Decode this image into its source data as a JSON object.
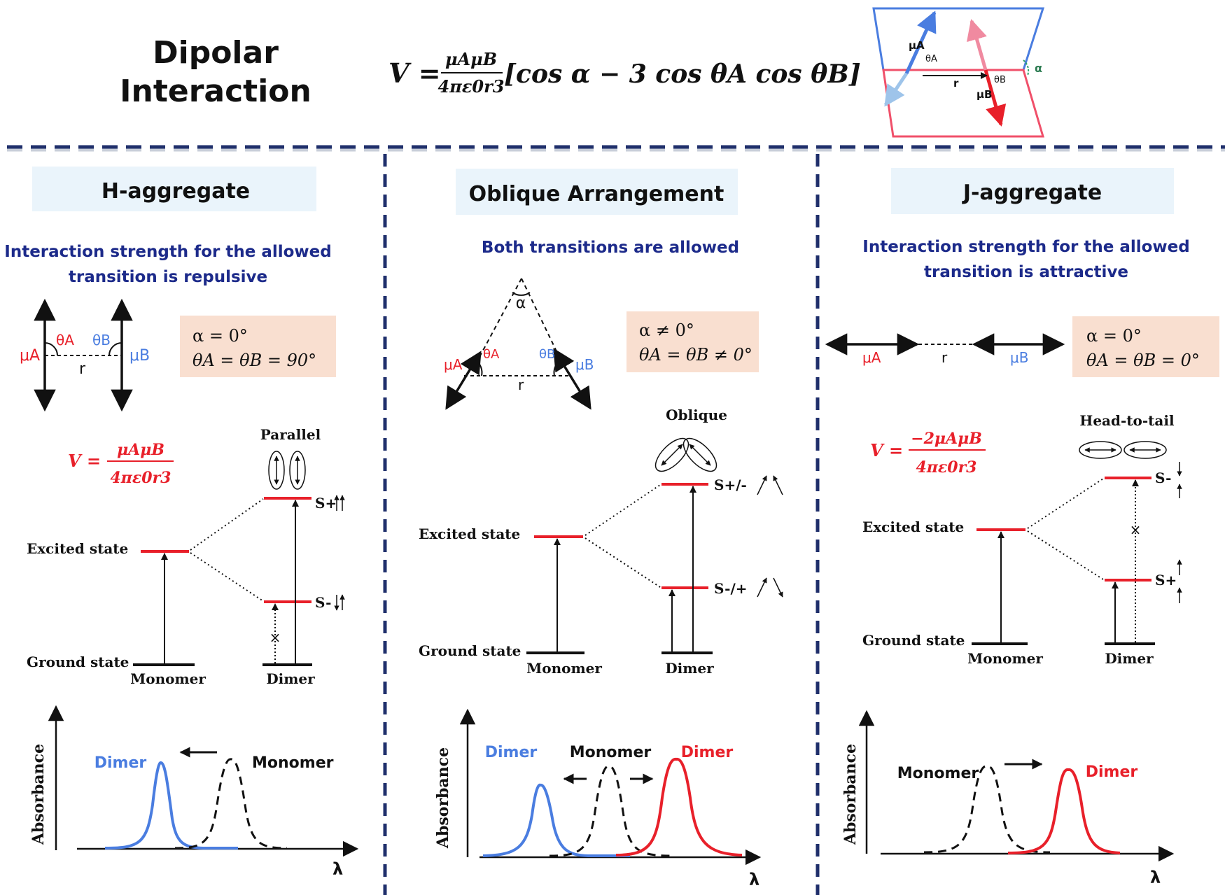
{
  "header": {
    "title_line1": "Dipolar",
    "title_line2": "Interaction",
    "formula": {
      "lhs": "V =",
      "numerator": "μAμB",
      "denominator": "4πε0r3",
      "bracket": "[cos α − 3 cos θA cos θB]"
    },
    "inset": {
      "mu_a": "μA",
      "theta_a": "θA",
      "r": "r",
      "theta_b": "θB",
      "mu_b": "μB",
      "alpha": "α"
    }
  },
  "panels": {
    "h_aggregate": {
      "title": "H-aggregate",
      "subtitle_line1": "Interaction strength for the allowed",
      "subtitle_line2": "transition is repulsive",
      "dipole": {
        "mu_a": "μA",
        "theta_a": "θA",
        "theta_b": "θB",
        "mu_b": "μB",
        "r": "r"
      },
      "conditions": {
        "line1": "α = 0°",
        "line2": "θA = θB = 90°"
      },
      "potential": {
        "lhs": "V =",
        "numerator": "μAμB",
        "denominator": "4πε0r3"
      },
      "arrangement": "Parallel",
      "excited_state": "Excited state",
      "ground_state": "Ground state",
      "monomer": "Monomer",
      "dimer": "Dimer",
      "upper_state": "S+",
      "lower_state": "S-",
      "spectrum": {
        "ylabel": "Absorbance",
        "xlabel": "λ",
        "dimer": "Dimer",
        "monomer": "Monomer"
      }
    },
    "oblique": {
      "title": "Oblique Arrangement",
      "subtitle": "Both transitions are allowed",
      "dipole": {
        "alpha": "α",
        "mu_a": "μA",
        "theta_a": "θA",
        "theta_b": "θB",
        "mu_b": "μB",
        "r": "r"
      },
      "conditions": {
        "line1": "α ≠ 0°",
        "line2": "θA = θB ≠ 0°"
      },
      "arrangement": "Oblique",
      "excited_state": "Excited state",
      "ground_state": "Ground state",
      "monomer": "Monomer",
      "dimer": "Dimer",
      "upper_state": "S+/-",
      "lower_state": "S-/+",
      "spectrum": {
        "ylabel": "Absorbance",
        "xlabel": "λ",
        "dimer_left": "Dimer",
        "monomer": "Monomer",
        "dimer_right": "Dimer"
      }
    },
    "j_aggregate": {
      "title": "J-aggregate",
      "subtitle_line1": "Interaction strength for the allowed",
      "subtitle_line2": "transition is attractive",
      "dipole": {
        "mu_a": "μA",
        "r": "r",
        "mu_b": "μB"
      },
      "conditions": {
        "line1": "α = 0°",
        "line2": "θA = θB = 0°"
      },
      "potential": {
        "lhs": "V =",
        "numerator": "−2μAμB",
        "denominator": "4πε0r3"
      },
      "arrangement": "Head-to-tail",
      "excited_state": "Excited state",
      "ground_state": "Ground state",
      "monomer": "Monomer",
      "dimer": "Dimer",
      "upper_state": "S-",
      "lower_state": "S+",
      "spectrum": {
        "ylabel": "Absorbance",
        "xlabel": "λ",
        "monomer": "Monomer",
        "dimer": "Dimer"
      }
    }
  },
  "colors": {
    "navy": "#1f2f6b",
    "red": "#e8202a",
    "blue": "#4a7de0",
    "pink": "#f08aa0",
    "light_blue": "#9ec4ea",
    "title_box": "#eaf4fb",
    "condition_box": "#f9dfd0",
    "subtitle": "#1c2a8a"
  }
}
